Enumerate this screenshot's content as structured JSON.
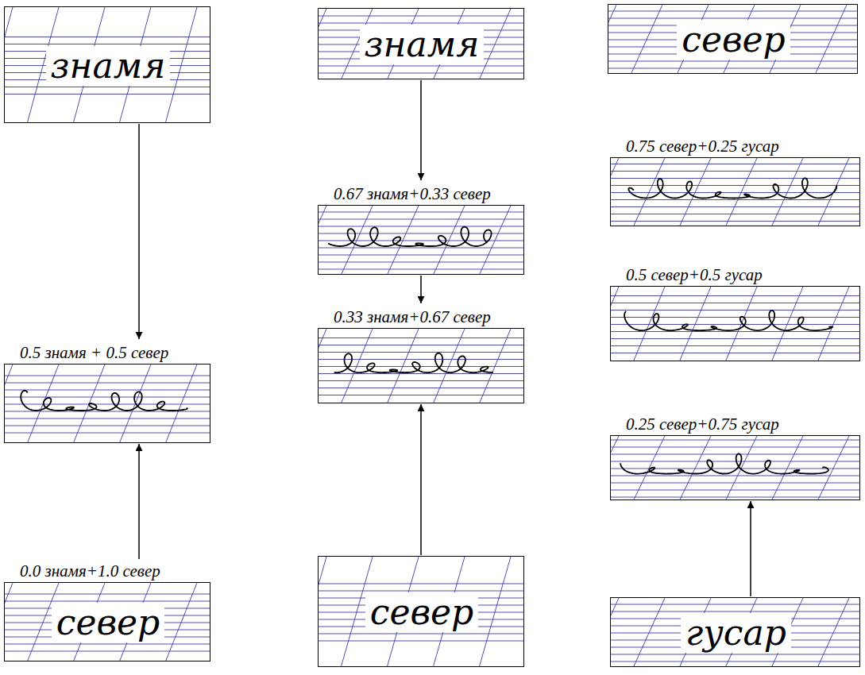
{
  "diagram": {
    "nodes": [
      {
        "text": [
          "знамя"
        ]
      },
      {
        "text": [
          "0.5 знамя + 0.5 север"
        ]
      },
      {
        "text": [
          "0.0 знамя+1.0 север",
          "север"
        ]
      },
      {
        "text": [
          "знамя"
        ]
      },
      {
        "text": [
          "0.67 знамя+0.33 север"
        ]
      },
      {
        "text": [
          "0.33 знамя+0.67 север"
        ]
      },
      {
        "text": [
          "север"
        ]
      },
      {
        "text": [
          "север"
        ]
      },
      {
        "text": [
          "0.75 север+0.25 гусар"
        ]
      },
      {
        "text": [
          "0.5 север+0.5 гусар"
        ]
      },
      {
        "text": [
          "0.25 север+0.75 гусар"
        ]
      },
      {
        "text": [
          "гусар"
        ]
      }
    ],
    "edges": [
      {
        "from": 0,
        "to": 1,
        "arrow": "to"
      },
      {
        "from": 2,
        "to": 1,
        "arrow": "to"
      },
      {
        "from": 3,
        "to": 4,
        "arrow": "to"
      },
      {
        "from": 4,
        "to": 5,
        "arrow": "to"
      },
      {
        "from": 6,
        "to": 5,
        "arrow": "to"
      },
      {
        "from": 11,
        "to": 10,
        "arrow": "to"
      }
    ]
  }
}
